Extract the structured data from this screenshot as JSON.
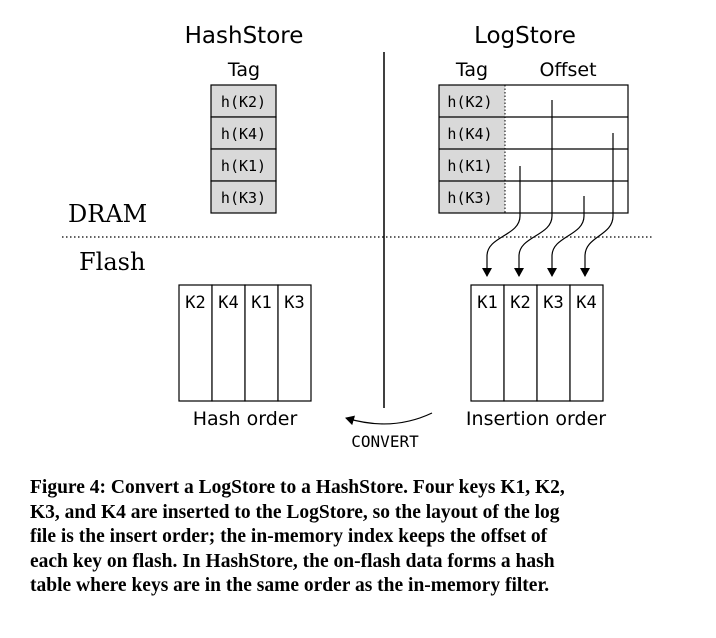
{
  "diagram": {
    "hashstore": {
      "title": "HashStore",
      "tag_header": "Tag",
      "tags": [
        "h(K2)",
        "h(K4)",
        "h(K1)",
        "h(K3)"
      ],
      "flash_keys": [
        "K2",
        "K4",
        "K1",
        "K3"
      ],
      "order_label": "Hash order"
    },
    "logstore": {
      "title": "LogStore",
      "tag_header": "Tag",
      "offset_header": "Offset",
      "tags": [
        "h(K2)",
        "h(K4)",
        "h(K1)",
        "h(K3)"
      ],
      "flash_keys": [
        "K1",
        "K2",
        "K3",
        "K4"
      ],
      "order_label": "Insertion order"
    },
    "dram_label": "DRAM",
    "flash_label": "Flash",
    "convert_label": "CONVERT"
  },
  "caption": {
    "lines": [
      "Figure 4: Convert a LogStore to a HashStore. Four keys K1, K2,",
      "K3, and K4 are inserted to the LogStore, so the layout of the log",
      "file is the insert order; the in-memory index keeps the offset of",
      "each key on flash. In HashStore, the on-flash data forms a hash",
      "table where keys are in the same order as the in-memory filter."
    ]
  }
}
